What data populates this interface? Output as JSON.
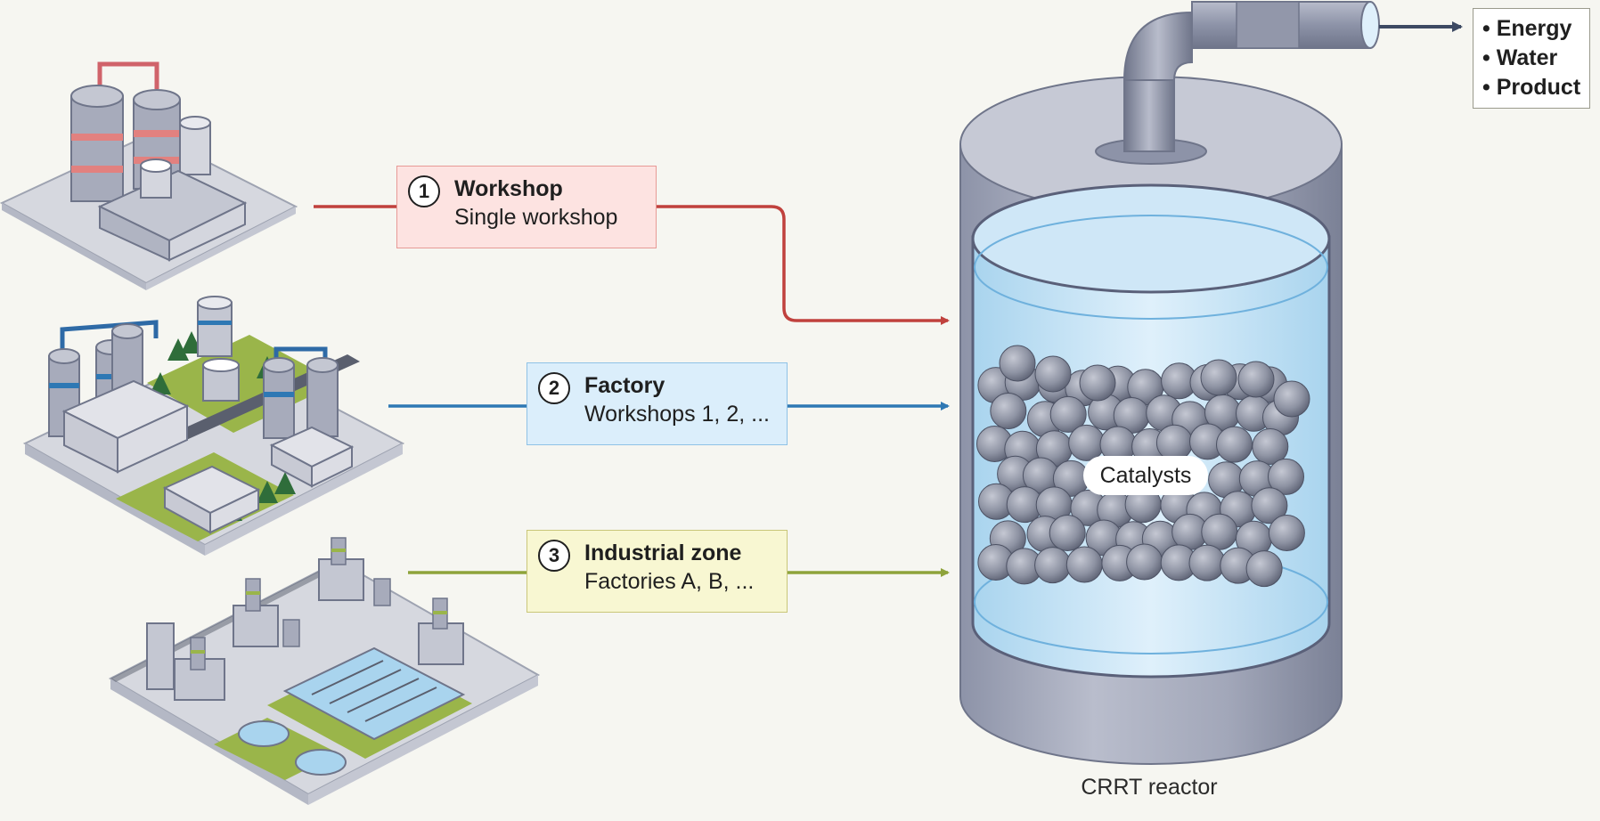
{
  "stages": [
    {
      "number": "1",
      "title": "Workshop",
      "subtitle": "Single workshop",
      "color": "#c0413d"
    },
    {
      "number": "2",
      "title": "Factory",
      "subtitle": "Workshops 1, 2, ...",
      "color": "#2e78b4"
    },
    {
      "number": "3",
      "title": "Industrial zone",
      "subtitle": "Factories A, B, ...",
      "color": "#8ea33b"
    }
  ],
  "reactor": {
    "caption": "CRRT reactor",
    "catalyst_label": "Catalysts"
  },
  "outputs": [
    "• Energy",
    "• Water",
    "• Product"
  ],
  "icons": [
    "workshop-illustration",
    "factory-illustration",
    "industrial-zone-illustration",
    "reactor-illustration",
    "catalyst-sphere-icon"
  ]
}
